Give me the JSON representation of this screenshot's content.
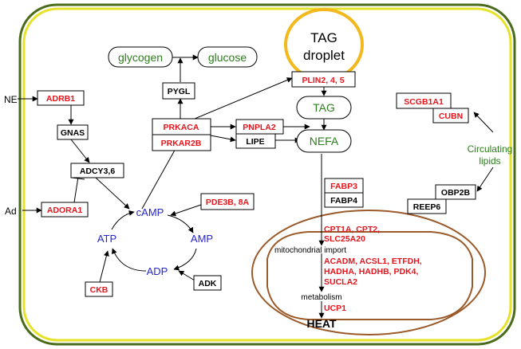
{
  "inputs": {
    "ne": "NE",
    "ad": "Ad"
  },
  "droplet": {
    "line1": "TAG",
    "line2": "droplet"
  },
  "metabolites": {
    "glycogen": "glycogen",
    "glucose": "glucose",
    "tag": "TAG",
    "nefa": "NEFA",
    "camp": "cAMP",
    "atp": "ATP",
    "amp": "AMP",
    "adp": "ADP"
  },
  "genes": {
    "adrb1": "ADRB1",
    "gnas": "GNAS",
    "adcy": "ADCY3,6",
    "adora1": "ADORA1",
    "pygl": "PYGL",
    "prkaca": "PRKACA",
    "prkar2b": "PRKAR2B",
    "pnpla2": "PNPLA2",
    "lipe": "LIPE",
    "plin": "PLIN2, 4, 5",
    "pde3b": "PDE3B, 8A",
    "ckb": "CKB",
    "adk": "ADK",
    "fabp3": "FABP3",
    "fabp4": "FABP4",
    "scgb1a1": "SCGB1A1",
    "cubn": "CUBN",
    "obp2b": "OBP2B",
    "reep6": "REEP6"
  },
  "circulating": {
    "line1": "Circulating",
    "line2": "lipids"
  },
  "mito": {
    "genes_import_1": "CPT1A, CPT2,",
    "genes_import_2": "SLC25A20",
    "import_label": "mitochondrial import",
    "genes_met_1": "ACADM, ACSL1, ETFDH,",
    "genes_met_2": "HADHA, HADHB, PDK4,",
    "genes_met_3": "SUCLA2",
    "metabolism_label": "metabolism",
    "ucp1": "UCP1",
    "heat": "HEAT"
  },
  "colors": {
    "cell_border": "#4a6b1a",
    "cell_inner": "#e6e22a",
    "droplet": "#f2b81c",
    "mitochondrion": "#9a5a2a",
    "gene_red": "#e8141c",
    "metab_green": "#2e7d1e",
    "metab_blue": "#2626c8"
  }
}
